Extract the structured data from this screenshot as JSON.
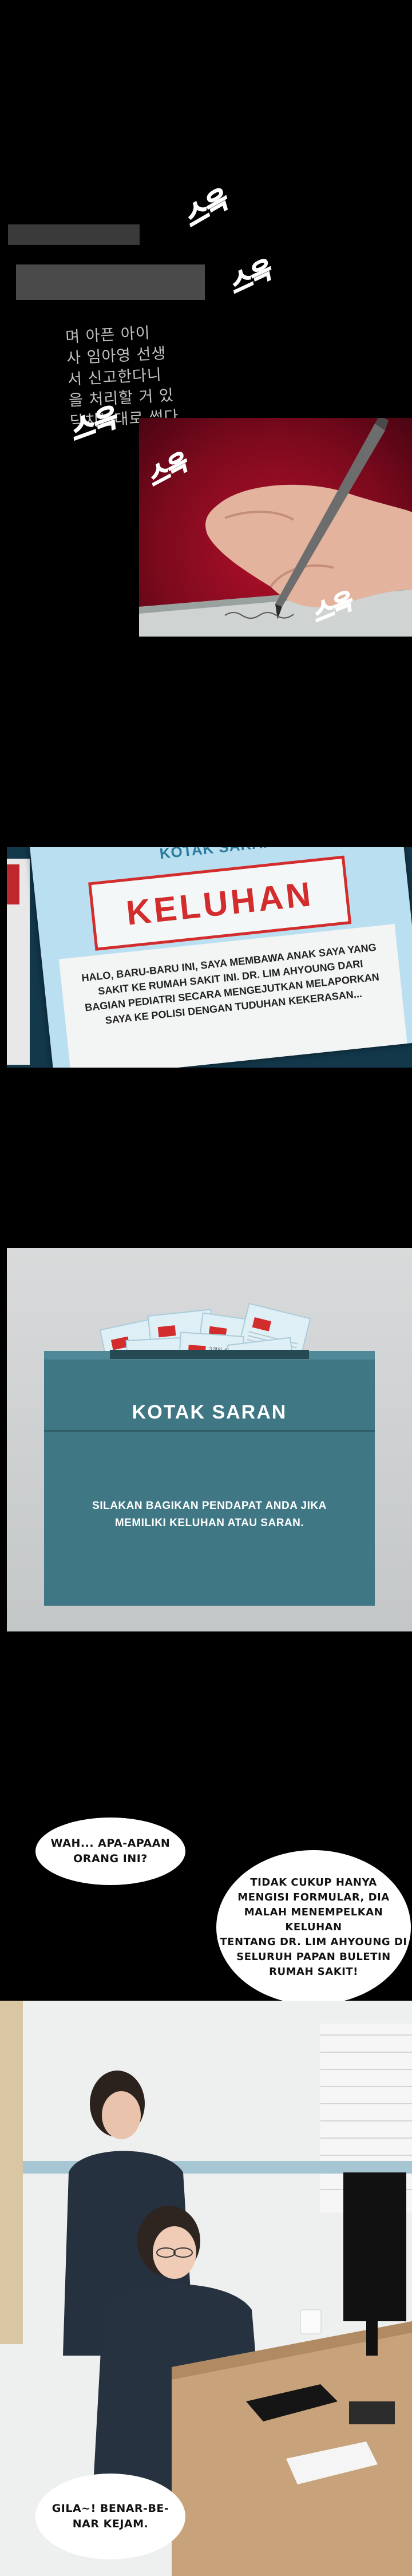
{
  "panel1": {
    "korean_note": "며 아픈 아이\n사 임아영 선생\n서 신고한다니\n을 처리할 거 있\n닥치는대로 썼다",
    "sfx": [
      "스윽",
      "스윽",
      "스윽",
      "스윽",
      "스윽"
    ]
  },
  "complaint_paper": {
    "header": "KOTAK SARAN",
    "title": "KELUHAN",
    "body": "HALO, BARU-BARU INI, SAYA MEMBAWA ANAK SAYA YANG SAKIT KE RUMAH SAKIT INI. DR. LIM AHYOUNG DARI BAGIAN PEDIATRI SECARA MENGEJUTKAN MELAPORKAN SAYA KE POLISI DENGAN TUDUHAN KEKERASAN..."
  },
  "suggestion_box": {
    "label": "KOTAK SARAN",
    "description": "SILAKAN BAGIKAN PENDAPAT ANDA JIKA\nMEMILIKI KELUHAN ATAU SARAN.",
    "card_title": "고객의 소리",
    "card_mark": "민"
  },
  "dialogue": {
    "bubble1": "WAH... APA-APAAN\nORANG INI?",
    "bubble2": "TIDAK CUKUP HANYA\nMENGISI FORMULAR, DIA\nMALAH MENEMPELKAN KELUHAN\nTENTANG DR. LIM AHYOUNG DI\nSELURUH PAPAN BULETIN\nRUMAH SAKIT!",
    "bubble3": "GILA~! BENAR-BE-\nNAR KEJAM."
  },
  "colors": {
    "accent_red": "#d22c2c",
    "box_teal": "#3f7784",
    "paper_blue": "#b9dff0"
  }
}
